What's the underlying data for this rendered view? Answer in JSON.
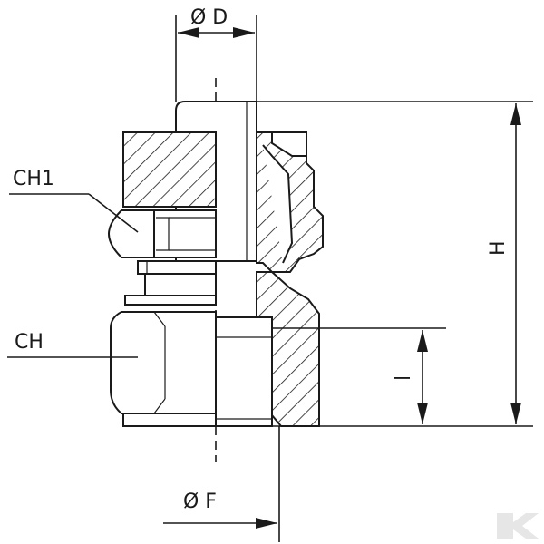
{
  "labels": {
    "diameter_d": "Ø D",
    "ch1": "CH1",
    "ch": "CH",
    "height_h": "H",
    "length_l": "l",
    "diameter_f": "Ø F"
  },
  "colors": {
    "line": "#1a1a1a",
    "background": "#ffffff",
    "watermark": "#e6e6e6"
  },
  "watermark": {
    "icon": "kramp-k-logo-icon"
  }
}
